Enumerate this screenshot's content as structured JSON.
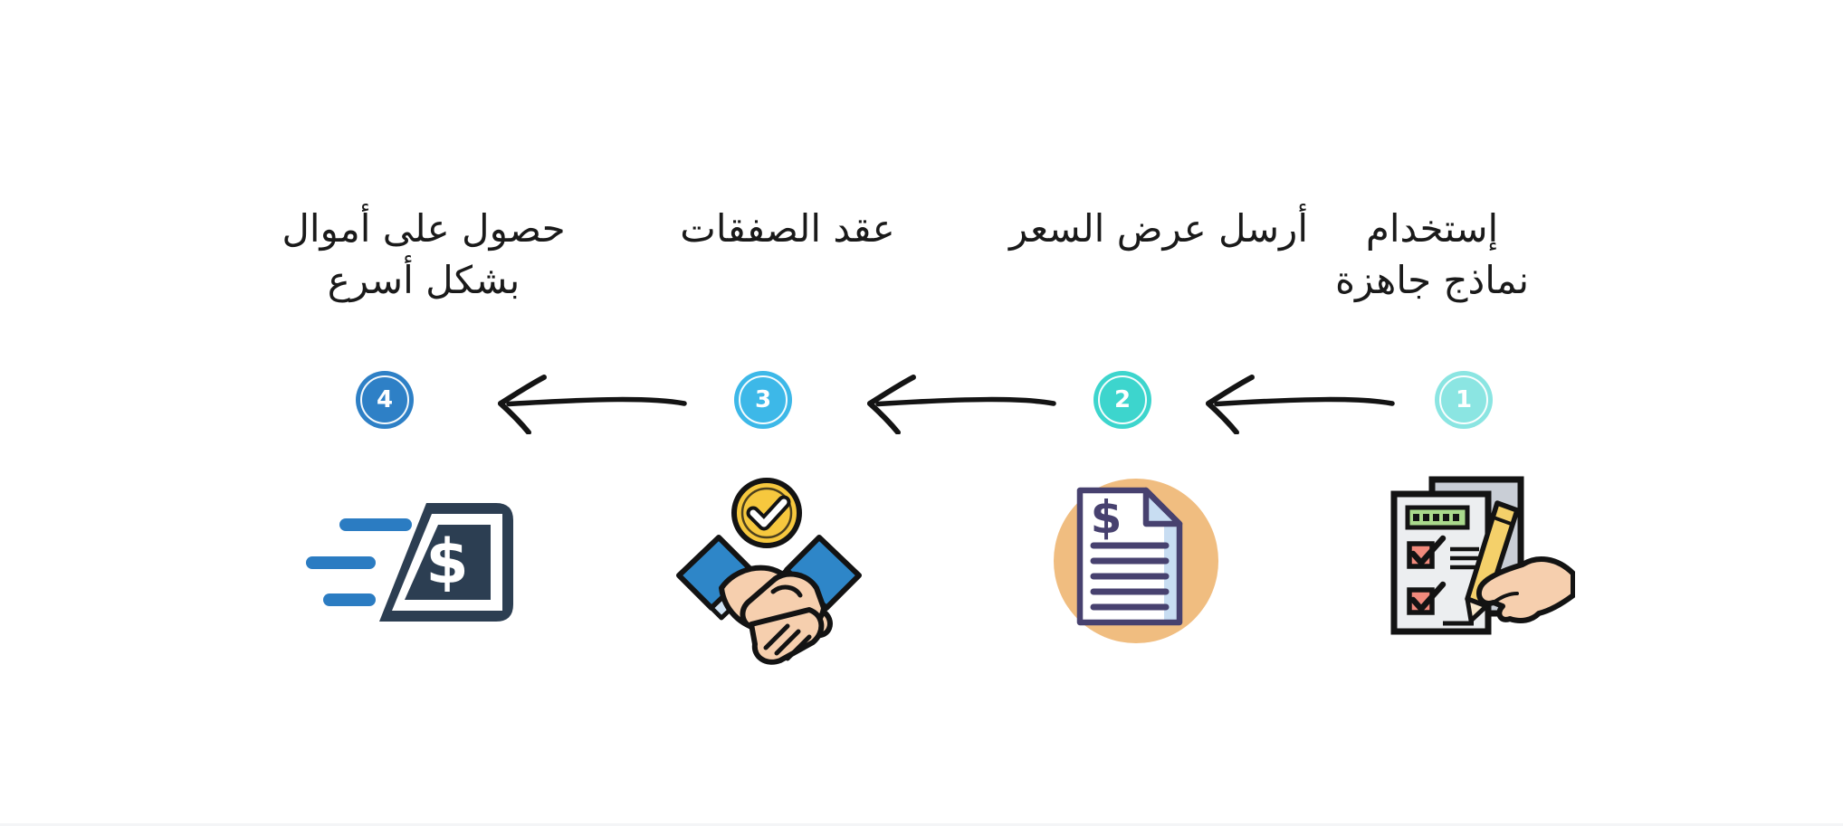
{
  "diagram": {
    "direction": "rtl",
    "background_color": "#ffffff",
    "text_color": "#1a1a1a",
    "arrow_color": "#141414",
    "steps": [
      {
        "number": "1",
        "title_line1": "إستخدام",
        "title_line2": "نماذج جاهزة",
        "circle_color": "#8BE5E2",
        "icon": "checklist-form-icon"
      },
      {
        "number": "2",
        "title_line1": "أرسل عرض السعر",
        "circle_color": "#3DD5CD",
        "icon": "price-quote-document-icon"
      },
      {
        "number": "3",
        "title_line1": "عقد الصفقات",
        "circle_color": "#3DB8E8",
        "icon": "handshake-deal-icon"
      },
      {
        "number": "4",
        "title_line1": "حصول على أموال",
        "title_line2": "بشكل أسرع",
        "circle_color": "#2E80C6",
        "icon": "fast-money-icon"
      }
    ],
    "glyphs": {
      "dollar": "$"
    },
    "icon_palette": {
      "outline": "#131313",
      "skin": "#f6cfae",
      "sleeve_blue": "#2e86c8",
      "cuff_light_blue": "#cfe3f5",
      "coin_gold": "#f6c83e",
      "paper_gray": "#eceef0",
      "paper_back_gray": "#c9ced6",
      "green_bar": "#a9d98c",
      "checkbox_red": "#f18a7c",
      "pencil_yellow": "#f4d06a",
      "doc_circle_orange": "#f0bd80",
      "doc_ink_navy": "#47416f",
      "money_navy": "#2c3e52",
      "speed_line_blue": "#2b7cc2"
    }
  }
}
